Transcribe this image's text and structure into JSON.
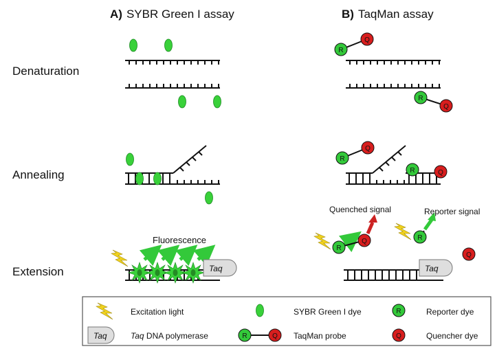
{
  "panels": {
    "a": {
      "letter": "A)",
      "title": "SYBR Green I assay"
    },
    "b": {
      "letter": "B)",
      "title": "TaqMan assay"
    }
  },
  "steps": {
    "denaturation": "Denaturation",
    "annealing": "Annealing",
    "extension": "Extension"
  },
  "annotations": {
    "fluorescence": "Fluorescence",
    "quenched_signal": "Quenched signal",
    "reporter_signal": "Reporter signal"
  },
  "markers": {
    "taq": "Taq",
    "reporter_letter": "R",
    "quencher_letter": "Q"
  },
  "legend": {
    "excitation": "Excitation light",
    "taq_name": "Taq",
    "taq_rest": " DNA polymerase",
    "sybr_dye": "SYBR Green I dye",
    "taqman_probe": "TaqMan probe",
    "reporter_dye": "Reporter dye",
    "quencher_dye": "Quencher dye"
  },
  "colors": {
    "sybr_green": "#39d13a",
    "reporter_green": "#33c93a",
    "quencher_red": "#d81e1e",
    "arrow_red": "#cc2222",
    "flash_yellow": "#f0d21e",
    "taq_gray": "#dedede"
  }
}
